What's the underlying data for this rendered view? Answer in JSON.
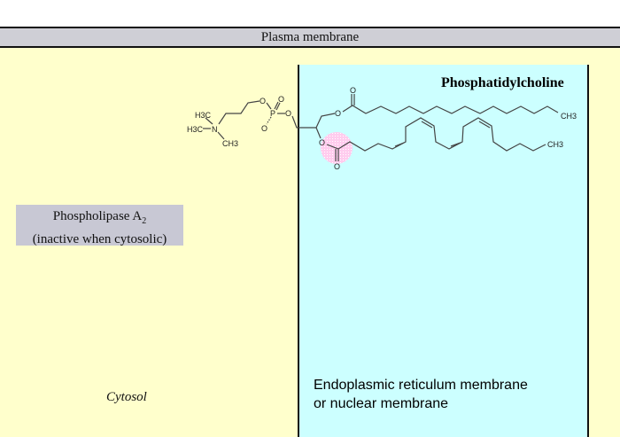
{
  "header": {
    "plasma_membrane_label": "Plasma membrane"
  },
  "enzyme": {
    "name": "Phospholipase A",
    "subscript": "2",
    "note": "(inactive when cytosolic)"
  },
  "cytosol_label": "Cytosol",
  "er_label": {
    "line1": "Endoplasmic reticulum membrane",
    "line2": "or nuclear membrane"
  },
  "molecule": {
    "title": "Phosphatidylcholine",
    "atoms": {
      "h3c_top": "H3C",
      "h3c_left": "H3C",
      "ch3_bottom": "CH3",
      "n": "N",
      "p": "P",
      "o": "O",
      "ch3_end": "CH3"
    },
    "highlight_color": "#ffccee"
  },
  "colors": {
    "cytosol": "#ffffcc",
    "er": "#ccffff",
    "membrane_band": "#cfcfd6"
  }
}
